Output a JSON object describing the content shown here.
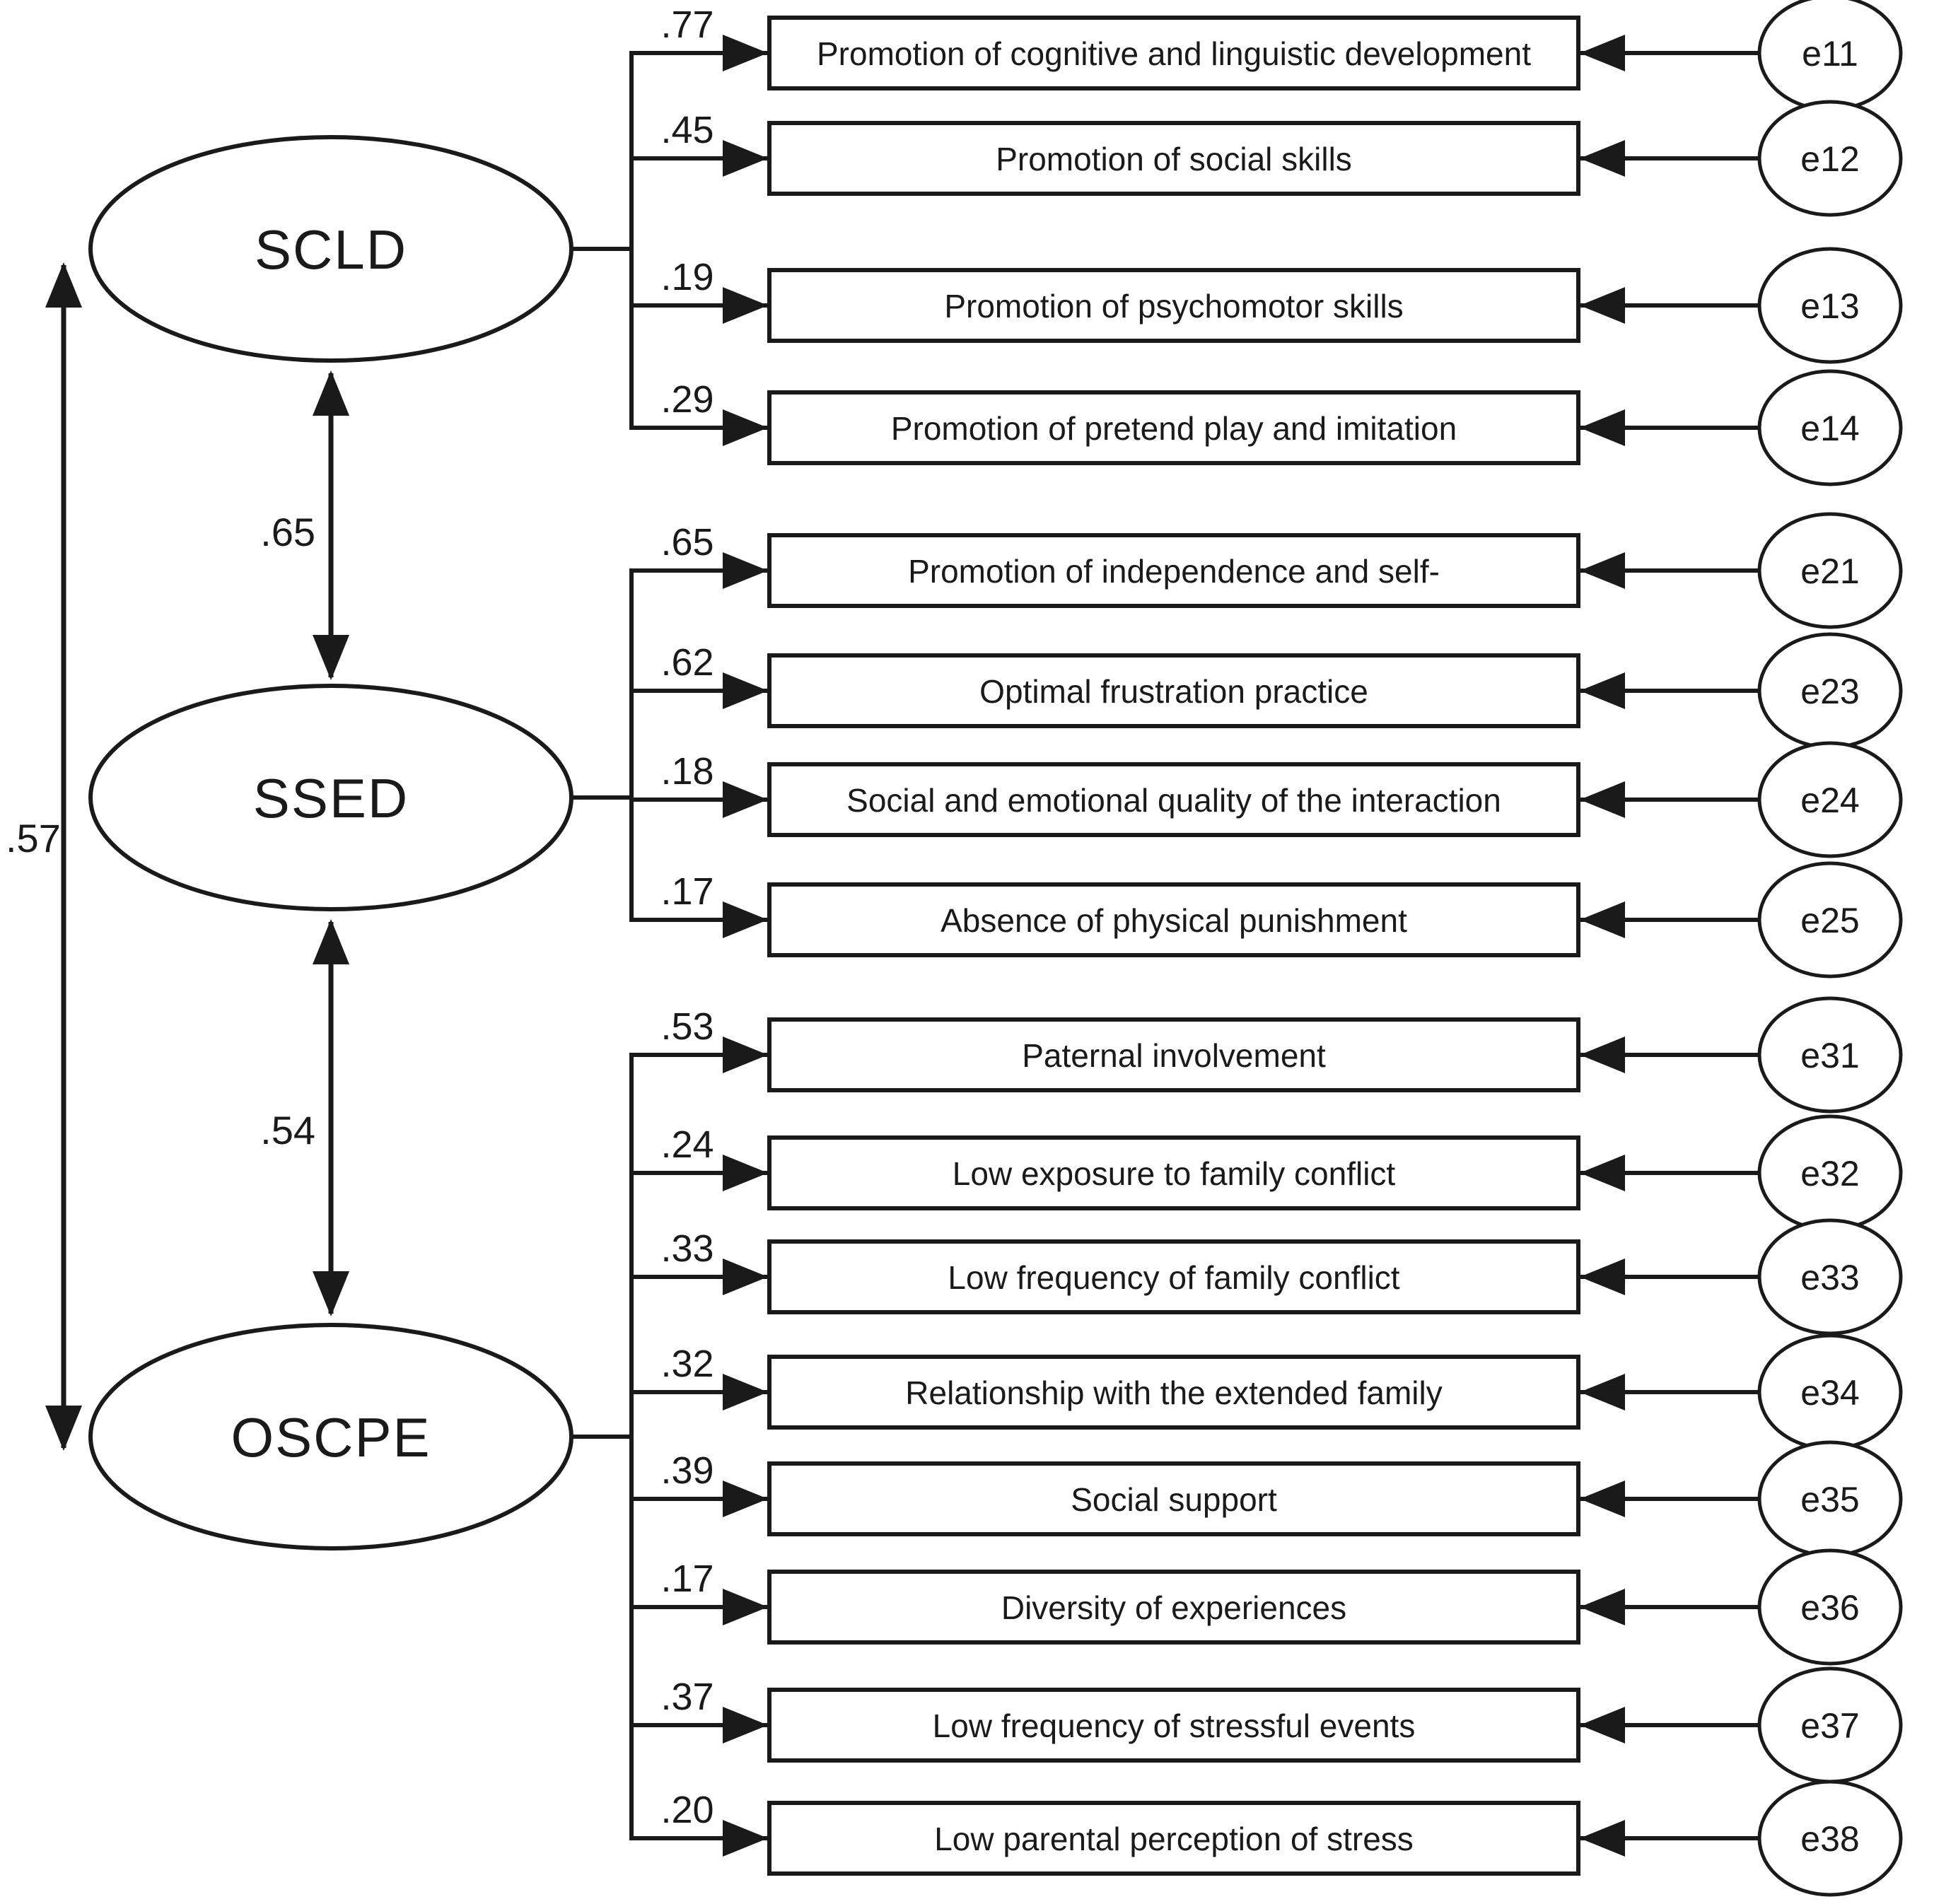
{
  "diagram": {
    "type": "sem-path-diagram",
    "colors": {
      "line": "#1a1a1a",
      "background": "#ffffff"
    },
    "latents": {
      "scld": {
        "label": "SCLD"
      },
      "ssed": {
        "label": "SSED"
      },
      "oscpe": {
        "label": "OSCPE"
      }
    },
    "correlations": {
      "scld_ssed": ".65",
      "ssed_oscpe": ".54",
      "scld_oscpe": ".57"
    },
    "indicators": [
      {
        "factor": "SCLD",
        "loading": ".77",
        "label": "Promotion of cognitive and linguistic development",
        "error": "e11"
      },
      {
        "factor": "SCLD",
        "loading": ".45",
        "label": "Promotion of social skills",
        "error": "e12"
      },
      {
        "factor": "SCLD",
        "loading": ".19",
        "label": "Promotion of psychomotor skills",
        "error": "e13"
      },
      {
        "factor": "SCLD",
        "loading": ".29",
        "label": "Promotion of pretend play and imitation",
        "error": "e14"
      },
      {
        "factor": "SSED",
        "loading": ".65",
        "label": "Promotion of independence and self-",
        "error": "e21"
      },
      {
        "factor": "SSED",
        "loading": ".62",
        "label": "Optimal frustration practice",
        "error": "e23"
      },
      {
        "factor": "SSED",
        "loading": ".18",
        "label": "Social and emotional quality of the interaction",
        "error": "e24"
      },
      {
        "factor": "SSED",
        "loading": ".17",
        "label": "Absence of physical punishment",
        "error": "e25"
      },
      {
        "factor": "OSCPE",
        "loading": ".53",
        "label": "Paternal involvement",
        "error": "e31"
      },
      {
        "factor": "OSCPE",
        "loading": ".24",
        "label": "Low exposure to family conflict",
        "error": "e32"
      },
      {
        "factor": "OSCPE",
        "loading": ".33",
        "label": "Low frequency of family conflict",
        "error": "e33"
      },
      {
        "factor": "OSCPE",
        "loading": ".32",
        "label": "Relationship with the extended family",
        "error": "e34"
      },
      {
        "factor": "OSCPE",
        "loading": ".39",
        "label": "Social support",
        "error": "e35"
      },
      {
        "factor": "OSCPE",
        "loading": ".17",
        "label": "Diversity of experiences",
        "error": "e36"
      },
      {
        "factor": "OSCPE",
        "loading": ".37",
        "label": "Low frequency of stressful events",
        "error": "e37"
      },
      {
        "factor": "OSCPE",
        "loading": ".20",
        "label": "Low parental perception of stress",
        "error": "e38"
      }
    ]
  }
}
